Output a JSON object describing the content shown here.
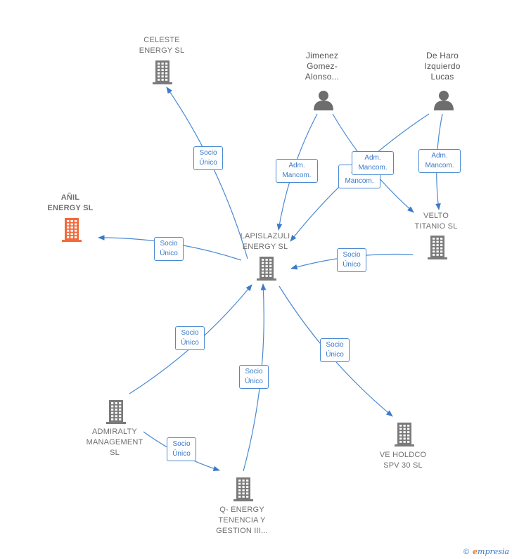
{
  "colors": {
    "edge": "#4a8ad3",
    "company": "#7a7a7a",
    "highlight": "#f26a3a",
    "person": "#6d6d6d"
  },
  "nodes": [
    {
      "id": "celeste",
      "label": "CELESTE\nENERGY  SL",
      "kind": "company"
    },
    {
      "id": "jimenez",
      "label": "Jimenez\nGomez-\nAlonso...",
      "kind": "person"
    },
    {
      "id": "deharo",
      "label": "De Haro\nIzquierdo\nLucas",
      "kind": "person"
    },
    {
      "id": "anil",
      "label": "AÑIL\nENERGY  SL",
      "kind": "company-highlight"
    },
    {
      "id": "lapislazuli",
      "label": "LAPISLAZULI\nENERGY  SL",
      "kind": "company"
    },
    {
      "id": "velto",
      "label": "VELTO\nTITANIO  SL",
      "kind": "company"
    },
    {
      "id": "admiralty",
      "label": "ADMIRALTY\nMANAGEMENT\nSL",
      "kind": "company"
    },
    {
      "id": "veholdco",
      "label": "VE HOLDCO\nSPV 30  SL",
      "kind": "company"
    },
    {
      "id": "qenergy",
      "label": "Q- ENERGY\nTENENCIA Y\nGESTION III...",
      "kind": "company"
    }
  ],
  "edges": [
    {
      "from": "lapislazuli",
      "to": "celeste",
      "label": "Socio\nÚnico"
    },
    {
      "from": "lapislazuli",
      "to": "anil",
      "label": "Socio\nÚnico"
    },
    {
      "from": "jimenez",
      "to": "lapislazuli",
      "label": "Adm.\nMancom."
    },
    {
      "from": "deharo",
      "to": "lapislazuli",
      "label": "Adm.\nMancom."
    },
    {
      "from": "jimenez",
      "to": "velto",
      "label": "Adm.\nMancom."
    },
    {
      "from": "deharo",
      "to": "velto",
      "label": "Adm.\nMancom."
    },
    {
      "from": "velto",
      "to": "lapislazuli",
      "label": "Socio\nÚnico"
    },
    {
      "from": "admiralty",
      "to": "lapislazuli",
      "label": "Socio\nÚnico"
    },
    {
      "from": "qenergy",
      "to": "lapislazuli",
      "label": "Socio\nÚnico"
    },
    {
      "from": "lapislazuli",
      "to": "veholdco",
      "label": "Socio\nÚnico"
    },
    {
      "from": "admiralty",
      "to": "qenergy",
      "label": "Socio\nÚnico"
    }
  ],
  "brand": {
    "copyright": "©",
    "name": "mpresia",
    "initial": "e"
  }
}
